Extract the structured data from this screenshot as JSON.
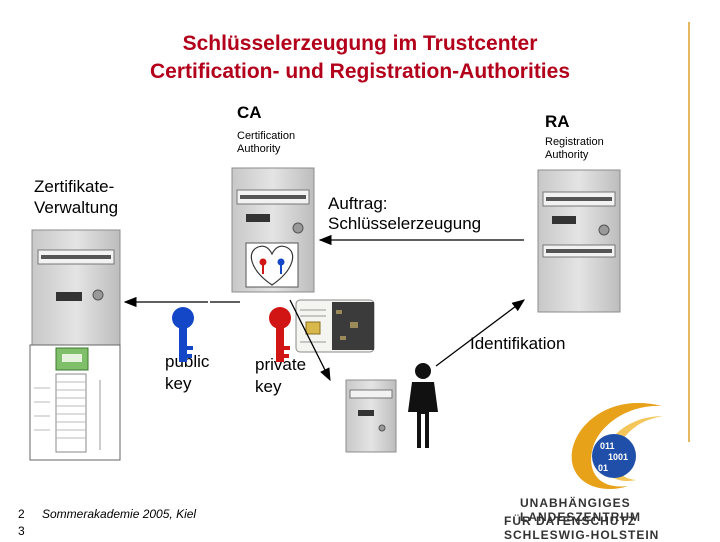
{
  "title": {
    "line1": "Schlüsselerzeugung im Trustcenter",
    "line2": "Certification- und Registration-Authorities"
  },
  "ca": {
    "abbr": "CA",
    "line1": "Certification",
    "line2": "Authority"
  },
  "ra": {
    "abbr": "RA",
    "line1": "Registration",
    "line2": "Authority"
  },
  "zertifikate": {
    "line1": "Zertifikate-",
    "line2": "Verwaltung"
  },
  "auftrag": {
    "line1": "Auftrag:",
    "line2": "Schlüsselerzeugung"
  },
  "public_key": {
    "line1": "public",
    "line2": "key"
  },
  "private_key": {
    "line1": "private",
    "line2": "key"
  },
  "identifikation": "Identifikation",
  "footer": {
    "page_num_a": "2",
    "page_num_b": "3",
    "event": "Sommerakademie 2005, Kiel"
  },
  "logo": {
    "line1": "UNABHÄNGIGES LANDESZENTRUM",
    "line2": "FÜR DATENSCHUTZ SCHLESWIG-HOLSTEIN"
  },
  "colors": {
    "title": "#b3001b",
    "public_key": "#1446c8",
    "private_key": "#d11414",
    "rule": "#e8b860",
    "logo_blue": "#1f4fa8",
    "logo_orange": "#e8a21a"
  },
  "icons": [
    "server-icon",
    "heart-keys-icon",
    "key-icon",
    "smartcard-icon",
    "person-icon",
    "certificate-icon",
    "logo-icon"
  ]
}
